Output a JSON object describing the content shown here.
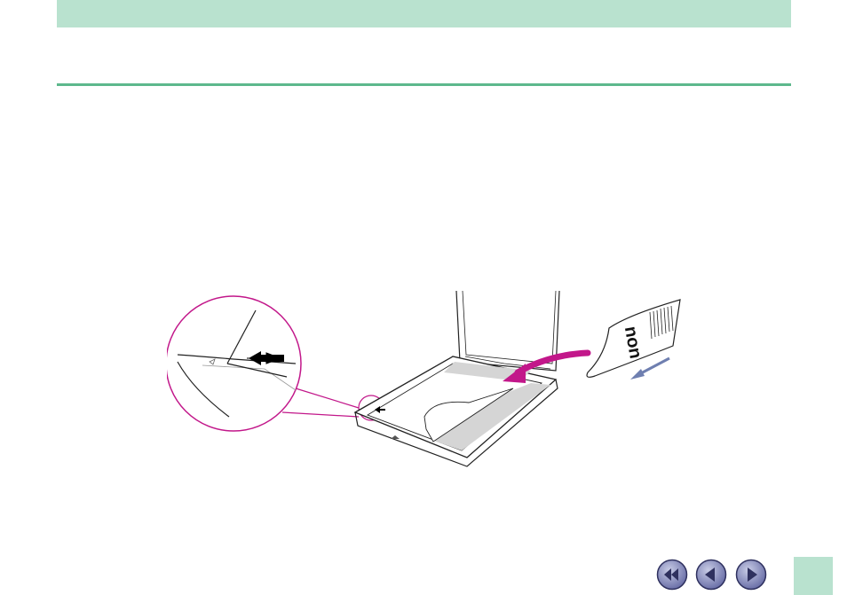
{
  "colors": {
    "header_band": "#b9e2cf",
    "rule": "#5db88c",
    "nav_button": "#9aa0c8",
    "nav_button_dark": "#3d3f73",
    "arrow_magenta": "#c2178a",
    "arrow_blue": "#6f7fb0"
  },
  "illustration": {
    "icons": [
      "magnifier-circle",
      "scanner-open-lid",
      "document-page",
      "curved-arrow",
      "slide-arrow"
    ],
    "page_text": "non"
  },
  "navigation": {
    "buttons": [
      {
        "name": "first-page",
        "icon": "double-left-arrow-icon"
      },
      {
        "name": "previous-page",
        "icon": "left-arrow-icon"
      },
      {
        "name": "next-page",
        "icon": "right-arrow-icon"
      }
    ]
  }
}
